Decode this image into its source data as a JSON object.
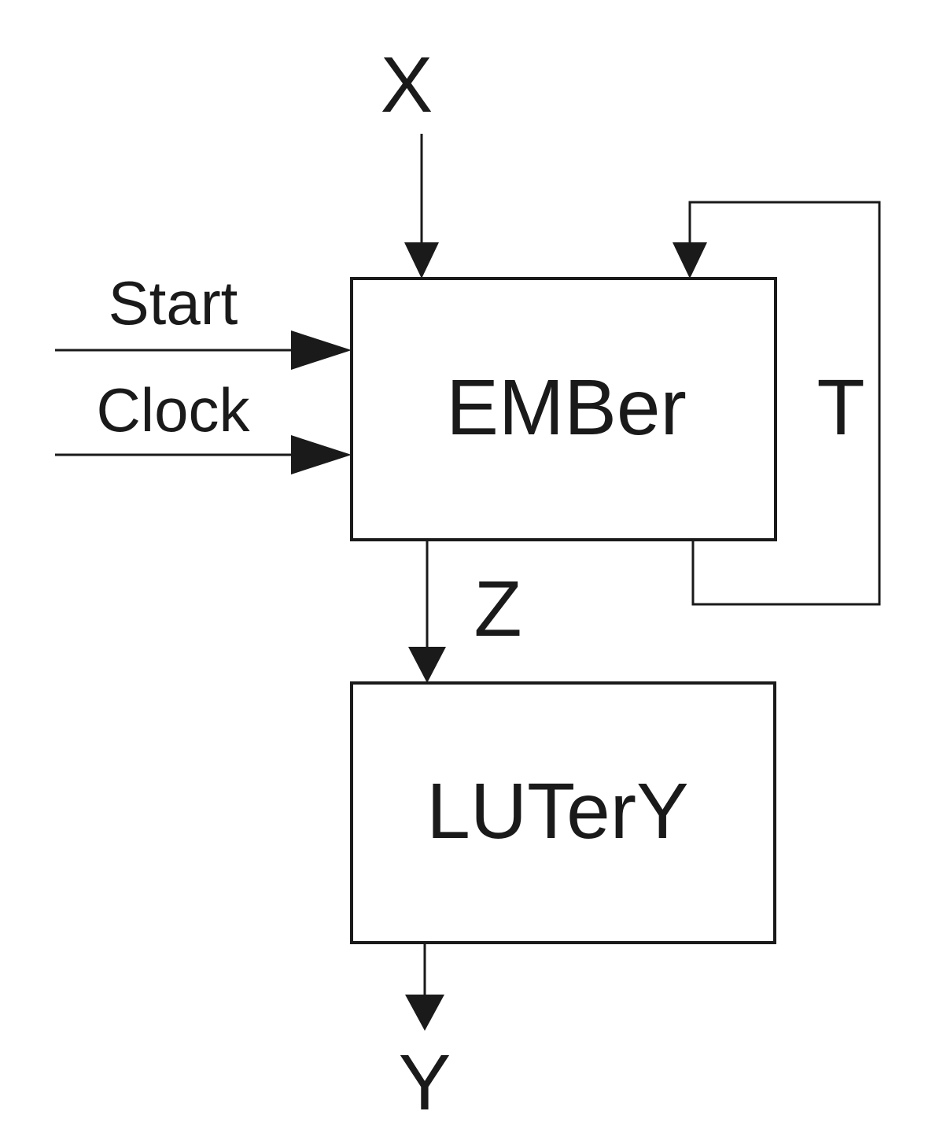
{
  "blocks": {
    "ember": "EMBer",
    "lutery": "LUTerY"
  },
  "signals": {
    "x": "X",
    "start": "Start",
    "clock": "Clock",
    "t": "T",
    "z": "Z",
    "y": "Y"
  },
  "colors": {
    "ink": "#1a1a1a",
    "background": "#ffffff"
  }
}
